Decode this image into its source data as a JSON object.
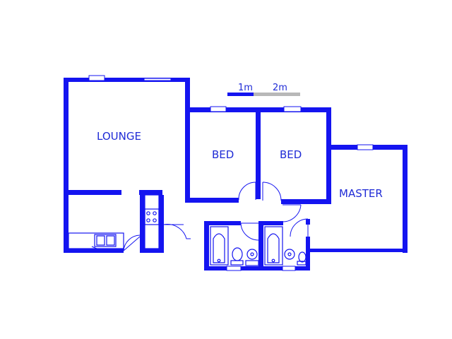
{
  "colors": {
    "wall": "#1414f0",
    "fixture": "#1414f0",
    "window_fill": "#ffffff",
    "scale_primary": "#1414f0",
    "scale_secondary": "#b8b8b8",
    "label": "#1f2bd6"
  },
  "scale_bar": {
    "label_1m": "1m",
    "label_2m": "2m"
  },
  "rooms": {
    "lounge": "LOUNGE",
    "bed_1": "BED",
    "bed_2": "BED",
    "master": "MASTER"
  },
  "fixtures": [
    "kitchen-sink-icon",
    "stove-icon",
    "bathtub-icon",
    "toilet-icon",
    "basin-icon"
  ]
}
